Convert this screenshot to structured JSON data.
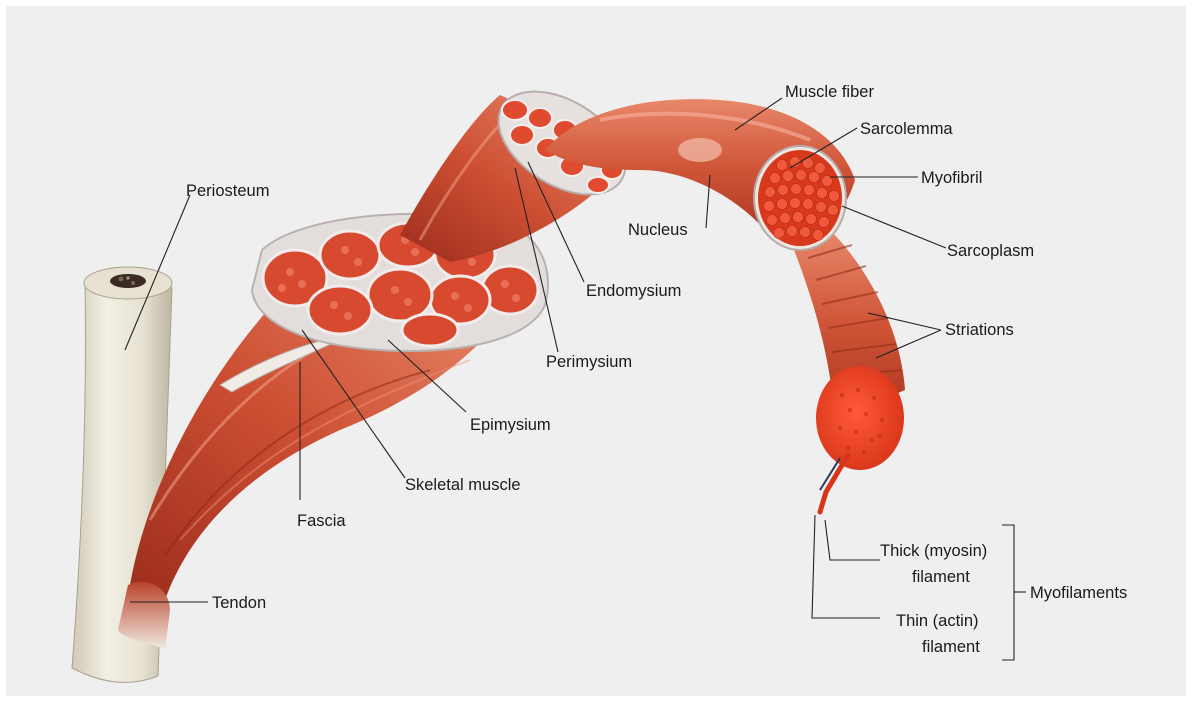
{
  "labels": {
    "periosteum": "Periosteum",
    "muscle_fiber": "Muscle fiber",
    "sarcolemma": "Sarcolemma",
    "myofibril": "Myofibril",
    "nucleus": "Nucleus",
    "sarcoplasm": "Sarcoplasm",
    "endomysium": "Endomysium",
    "striations": "Striations",
    "perimysium": "Perimysium",
    "epimysium": "Epimysium",
    "skeletal_muscle": "Skeletal muscle",
    "fascia": "Fascia",
    "tendon": "Tendon",
    "thick_line1": "Thick (myosin)",
    "thick_line2": "filament",
    "thin_line1": "Thin (actin)",
    "thin_line2": "filament",
    "myofilaments": "Myofilaments"
  },
  "colors": {
    "muscle": "#c8452a",
    "muscle_light": "#e2745a",
    "fiber_bundle": "#e0533b",
    "connective": "#d8d2d0",
    "bone": "#e9e5d8",
    "paper": "#eeefef"
  }
}
